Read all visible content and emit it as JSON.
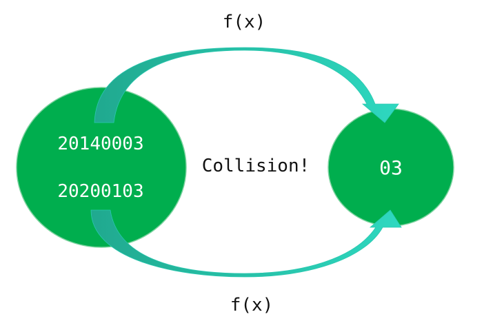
{
  "colors": {
    "circle_fill": "#00AE4E",
    "circle_stroke": "#7ED3A0",
    "arrow_dark": "#20A98F",
    "arrow_light": "#2ED8C0",
    "text_on_circle": "#FFFFFF",
    "text_default": "#111111"
  },
  "labels": {
    "top_function": "f(x)",
    "bottom_function": "f(x)",
    "collision": "Collision!"
  },
  "keys": {
    "first": "20140003",
    "second": "20200103"
  },
  "hash_value": "03"
}
